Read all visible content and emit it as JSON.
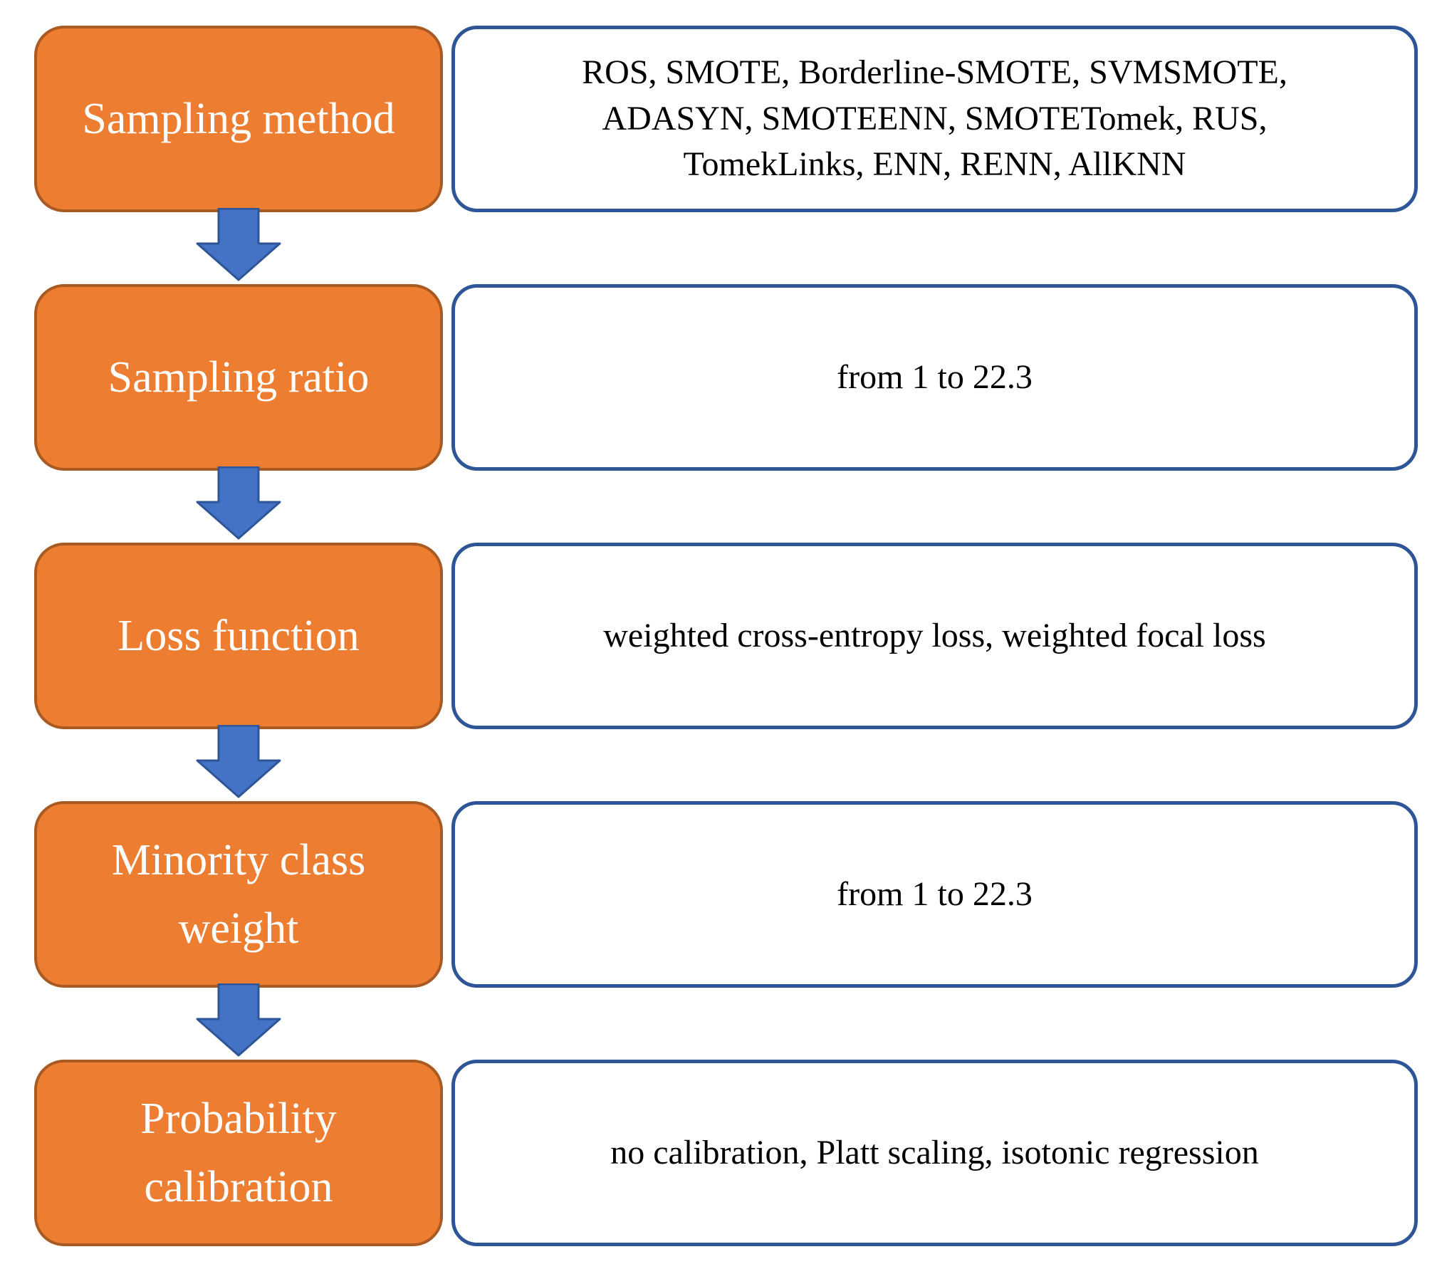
{
  "figure": {
    "type": "flowchart",
    "rows": [
      {
        "label": "Sampling method",
        "value": "ROS, SMOTE, Borderline-SMOTE, SVMSMOTE, ADASYN,  SMOTEENN, SMOTETomek, RUS, TomekLinks, ENN, RENN, AllKNN"
      },
      {
        "label": "Sampling ratio",
        "value": "from 1 to 22.3"
      },
      {
        "label": "Loss function",
        "value": "weighted cross-entropy loss, weighted focal loss"
      },
      {
        "label": "Minority class weight",
        "value": "from 1 to 22.3"
      },
      {
        "label": "Probability calibration",
        "value": "no calibration, Platt scaling,  isotonic regression"
      }
    ],
    "colors": {
      "stage_fill": "#ED7D31",
      "stage_border": "#A85A22",
      "stage_text": "#ffffff",
      "value_border": "#2E5596",
      "value_text": "#000000",
      "arrow_fill": "#4472C4",
      "arrow_border": "#2E5597"
    }
  }
}
